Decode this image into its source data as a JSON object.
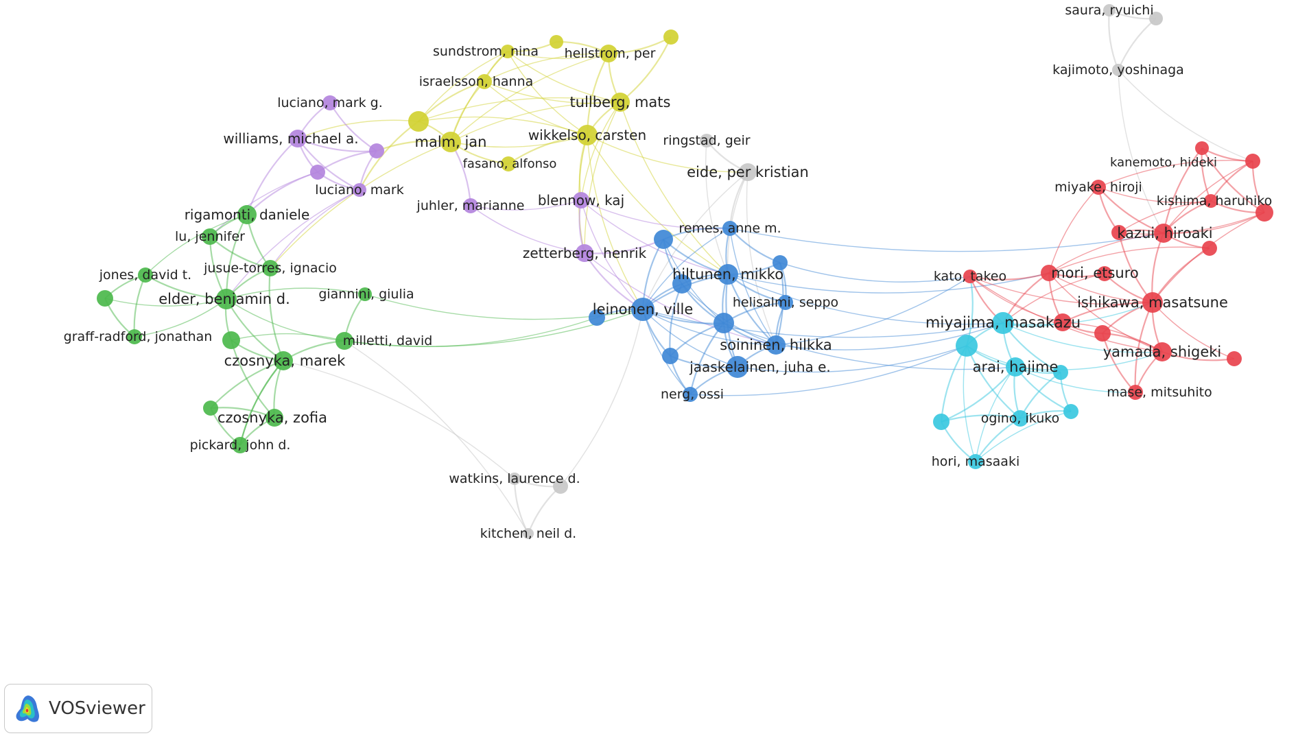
{
  "brand": {
    "name": "VOSviewer",
    "logo_icon": "vosviewer-density-logo-icon"
  },
  "clusters": {
    "red": "#e8434d",
    "green": "#4cb84c",
    "blue": "#3f88d6",
    "yellow": "#d1d132",
    "purple": "#b384dd",
    "cyan": "#39c8df",
    "gray": "#c8c8c8"
  },
  "nodes": [
    {
      "id": "saura",
      "label": "saura, ryuichi",
      "c": "gray"
    },
    {
      "id": "saura2",
      "label": "",
      "c": "gray"
    },
    {
      "id": "kajimoto",
      "label": "kajimoto, yoshinaga",
      "c": "gray"
    },
    {
      "id": "ringstad",
      "label": "ringstad, geir",
      "c": "gray"
    },
    {
      "id": "eide",
      "label": "eide, per kristian",
      "c": "gray"
    },
    {
      "id": "watkins",
      "label": "watkins, laurence d.",
      "c": "gray"
    },
    {
      "id": "watkins2",
      "label": "",
      "c": "gray"
    },
    {
      "id": "kitchen",
      "label": "kitchen, neil d.",
      "c": "gray"
    },
    {
      "id": "sundstrom",
      "label": "sundstrom, nina",
      "c": "yellow"
    },
    {
      "id": "y_top",
      "label": "",
      "c": "yellow"
    },
    {
      "id": "hellstrom",
      "label": "hellstrom, per",
      "c": "yellow"
    },
    {
      "id": "y_far",
      "label": "",
      "c": "yellow"
    },
    {
      "id": "israelsson",
      "label": "israelsson, hanna",
      "c": "yellow"
    },
    {
      "id": "tullberg",
      "label": "tullberg, mats",
      "c": "yellow"
    },
    {
      "id": "y_big",
      "label": "",
      "c": "yellow"
    },
    {
      "id": "malm",
      "label": "malm, jan",
      "c": "yellow"
    },
    {
      "id": "wikkelso",
      "label": "wikkelso, carsten",
      "c": "yellow"
    },
    {
      "id": "fasano",
      "label": "fasano, alfonso",
      "c": "yellow"
    },
    {
      "id": "luciano_g",
      "label": "luciano, mark g.",
      "c": "purple"
    },
    {
      "id": "williams",
      "label": "williams, michael a.",
      "c": "purple"
    },
    {
      "id": "p_a",
      "label": "",
      "c": "purple"
    },
    {
      "id": "p_b",
      "label": "",
      "c": "purple"
    },
    {
      "id": "luciano",
      "label": "luciano, mark",
      "c": "purple"
    },
    {
      "id": "juhler",
      "label": "juhler, marianne",
      "c": "purple"
    },
    {
      "id": "blennow",
      "label": "blennow, kaj",
      "c": "purple"
    },
    {
      "id": "zetterberg",
      "label": "zetterberg, henrik",
      "c": "purple"
    },
    {
      "id": "rigamonti",
      "label": "rigamonti, daniele",
      "c": "green"
    },
    {
      "id": "lu",
      "label": "lu, jennifer",
      "c": "green"
    },
    {
      "id": "jones",
      "label": "jones, david t.",
      "c": "green"
    },
    {
      "id": "g_left",
      "label": "",
      "c": "green"
    },
    {
      "id": "jusue",
      "label": "jusue-torres, ignacio",
      "c": "green"
    },
    {
      "id": "elder",
      "label": "elder, benjamin d.",
      "c": "green"
    },
    {
      "id": "graff",
      "label": "graff-radford, jonathan",
      "c": "green"
    },
    {
      "id": "giannini",
      "label": "giannini, giulia",
      "c": "green"
    },
    {
      "id": "milletti",
      "label": "milletti, david",
      "c": "green"
    },
    {
      "id": "g_mid",
      "label": "",
      "c": "green"
    },
    {
      "id": "czosnyka_m",
      "label": "czosnyka, marek",
      "c": "green"
    },
    {
      "id": "g_low",
      "label": "",
      "c": "green"
    },
    {
      "id": "czosnyka_z",
      "label": "czosnyka, zofia",
      "c": "green"
    },
    {
      "id": "pickard",
      "label": "pickard, john d.",
      "c": "green"
    },
    {
      "id": "remes",
      "label": "remes, anne m.",
      "c": "blue"
    },
    {
      "id": "b_a",
      "label": "",
      "c": "blue"
    },
    {
      "id": "b_r",
      "label": "",
      "c": "blue"
    },
    {
      "id": "hiltunen",
      "label": "hiltunen, mikko",
      "c": "blue"
    },
    {
      "id": "b_c",
      "label": "",
      "c": "blue"
    },
    {
      "id": "helisalmi",
      "label": "helisalmi, seppo",
      "c": "blue"
    },
    {
      "id": "leinonen",
      "label": "leinonen, ville",
      "c": "blue"
    },
    {
      "id": "b_l",
      "label": "",
      "c": "blue"
    },
    {
      "id": "b_big",
      "label": "",
      "c": "blue"
    },
    {
      "id": "soininen",
      "label": "soininen, hilkka",
      "c": "blue"
    },
    {
      "id": "b_low",
      "label": "",
      "c": "blue"
    },
    {
      "id": "jaaskelainen",
      "label": "jaaskelainen, juha e.",
      "c": "blue"
    },
    {
      "id": "nerg",
      "label": "nerg, ossi",
      "c": "blue"
    },
    {
      "id": "kanemoto",
      "label": "kanemoto, hideki",
      "c": "red"
    },
    {
      "id": "r_top",
      "label": "",
      "c": "red"
    },
    {
      "id": "miyake",
      "label": "miyake, hiroji",
      "c": "red"
    },
    {
      "id": "kishima",
      "label": "kishima, haruhiko",
      "c": "red"
    },
    {
      "id": "r_far",
      "label": "",
      "c": "red"
    },
    {
      "id": "kazui",
      "label": "kazui, hiroaki",
      "c": "red"
    },
    {
      "id": "r_b",
      "label": "",
      "c": "red"
    },
    {
      "id": "r_c",
      "label": "",
      "c": "red"
    },
    {
      "id": "kato",
      "label": "kato, takeo",
      "c": "red"
    },
    {
      "id": "mori",
      "label": "mori, etsuro",
      "c": "red"
    },
    {
      "id": "r_d",
      "label": "",
      "c": "red"
    },
    {
      "id": "ishikawa",
      "label": "ishikawa, masatsune",
      "c": "red"
    },
    {
      "id": "r_e",
      "label": "",
      "c": "red"
    },
    {
      "id": "r_f",
      "label": "",
      "c": "red"
    },
    {
      "id": "yamada",
      "label": "yamada, shigeki",
      "c": "red"
    },
    {
      "id": "r_g",
      "label": "",
      "c": "red"
    },
    {
      "id": "mase",
      "label": "mase, mitsuhito",
      "c": "red"
    },
    {
      "id": "miyajima",
      "label": "miyajima, masakazu",
      "c": "cyan"
    },
    {
      "id": "c_big",
      "label": "",
      "c": "cyan"
    },
    {
      "id": "arai",
      "label": "arai, hajime",
      "c": "cyan"
    },
    {
      "id": "c_a",
      "label": "",
      "c": "cyan"
    },
    {
      "id": "c_b",
      "label": "",
      "c": "cyan"
    },
    {
      "id": "ogino",
      "label": "ogino, ikuko",
      "c": "cyan"
    },
    {
      "id": "c_l",
      "label": "",
      "c": "cyan"
    },
    {
      "id": "hori",
      "label": "hori, masaaki",
      "c": "cyan"
    }
  ],
  "edges": [
    [
      "saura",
      "saura2"
    ],
    [
      "saura",
      "kajimoto"
    ],
    [
      "saura2",
      "kajimoto"
    ],
    [
      "kajimoto",
      "kazui"
    ],
    [
      "kajimoto",
      "r_top"
    ],
    [
      "watkins",
      "watkins2"
    ],
    [
      "watkins",
      "kitchen"
    ],
    [
      "watkins2",
      "kitchen"
    ],
    [
      "watkins",
      "czosnyka_m"
    ],
    [
      "watkins2",
      "leinonen"
    ],
    [
      "kitchen",
      "milletti"
    ],
    [
      "ringstad",
      "eide"
    ],
    [
      "ringstad",
      "hiltunen"
    ],
    [
      "eide",
      "remes"
    ],
    [
      "eide",
      "hiltunen"
    ],
    [
      "eide",
      "soininen"
    ],
    [
      "eide",
      "leinonen"
    ],
    [
      "sundstrom",
      "hellstrom"
    ],
    [
      "sundstrom",
      "y_top"
    ],
    [
      "sundstrom",
      "israelsson"
    ],
    [
      "sundstrom",
      "tullberg"
    ],
    [
      "sundstrom",
      "malm"
    ],
    [
      "sundstrom",
      "wikkelso"
    ],
    [
      "sundstrom",
      "y_big"
    ],
    [
      "hellstrom",
      "tullberg"
    ],
    [
      "hellstrom",
      "israelsson"
    ],
    [
      "hellstrom",
      "y_far"
    ],
    [
      "hellstrom",
      "malm"
    ],
    [
      "hellstrom",
      "wikkelso"
    ],
    [
      "hellstrom",
      "y_top"
    ],
    [
      "israelsson",
      "tullberg"
    ],
    [
      "israelsson",
      "malm"
    ],
    [
      "israelsson",
      "wikkelso"
    ],
    [
      "israelsson",
      "y_big"
    ],
    [
      "tullberg",
      "wikkelso"
    ],
    [
      "tullberg",
      "malm"
    ],
    [
      "tullberg",
      "y_big"
    ],
    [
      "tullberg",
      "y_far"
    ],
    [
      "tullberg",
      "blennow"
    ],
    [
      "tullberg",
      "zetterberg"
    ],
    [
      "malm",
      "wikkelso"
    ],
    [
      "malm",
      "y_big"
    ],
    [
      "malm",
      "fasano"
    ],
    [
      "wikkelso",
      "y_big"
    ],
    [
      "wikkelso",
      "fasano"
    ],
    [
      "wikkelso",
      "blennow"
    ],
    [
      "wikkelso",
      "zetterberg"
    ],
    [
      "wikkelso",
      "leinonen"
    ],
    [
      "wikkelso",
      "hiltunen"
    ],
    [
      "y_big",
      "williams"
    ],
    [
      "malm",
      "p_a"
    ],
    [
      "y_big",
      "luciano"
    ],
    [
      "malm",
      "jusue"
    ],
    [
      "wikkelso",
      "eide"
    ],
    [
      "tullberg",
      "hiltunen"
    ],
    [
      "luciano_g",
      "williams"
    ],
    [
      "luciano_g",
      "p_a"
    ],
    [
      "williams",
      "p_a"
    ],
    [
      "williams",
      "p_b"
    ],
    [
      "williams",
      "luciano"
    ],
    [
      "p_a",
      "luciano"
    ],
    [
      "p_b",
      "luciano"
    ],
    [
      "p_a",
      "p_b"
    ],
    [
      "williams",
      "rigamonti"
    ],
    [
      "p_b",
      "rigamonti"
    ],
    [
      "p_b",
      "lu"
    ],
    [
      "luciano",
      "jusue"
    ],
    [
      "luciano",
      "elder"
    ],
    [
      "juhler",
      "blennow"
    ],
    [
      "juhler",
      "zetterberg"
    ],
    [
      "blennow",
      "zetterberg"
    ],
    [
      "blennow",
      "leinonen"
    ],
    [
      "blennow",
      "hiltunen"
    ],
    [
      "zetterberg",
      "leinonen"
    ],
    [
      "zetterberg",
      "soininen"
    ],
    [
      "zetterberg",
      "b_a"
    ],
    [
      "blennow",
      "remes"
    ],
    [
      "juhler",
      "malm"
    ],
    [
      "rigamonti",
      "lu"
    ],
    [
      "rigamonti",
      "jusue"
    ],
    [
      "rigamonti",
      "elder"
    ],
    [
      "rigamonti",
      "jones"
    ],
    [
      "lu",
      "jusue"
    ],
    [
      "lu",
      "elder"
    ],
    [
      "jones",
      "g_left"
    ],
    [
      "jones",
      "elder"
    ],
    [
      "jones",
      "graff"
    ],
    [
      "g_left",
      "graff"
    ],
    [
      "g_left",
      "elder"
    ],
    [
      "graff",
      "elder"
    ],
    [
      "jusue",
      "elder"
    ],
    [
      "elder",
      "milletti"
    ],
    [
      "elder",
      "g_mid"
    ],
    [
      "elder",
      "czosnyka_m"
    ],
    [
      "jusue",
      "czosnyka_m"
    ],
    [
      "giannini",
      "milletti"
    ],
    [
      "giannini",
      "elder"
    ],
    [
      "milletti",
      "czosnyka_m"
    ],
    [
      "g_mid",
      "czosnyka_m"
    ],
    [
      "milletti",
      "g_mid"
    ],
    [
      "czosnyka_m",
      "czosnyka_z"
    ],
    [
      "czosnyka_m",
      "pickard"
    ],
    [
      "czosnyka_m",
      "g_low"
    ],
    [
      "czosnyka_z",
      "pickard"
    ],
    [
      "czosnyka_z",
      "g_low"
    ],
    [
      "g_low",
      "pickard"
    ],
    [
      "czosnyka_m",
      "pickard"
    ],
    [
      "g_mid",
      "czosnyka_z"
    ],
    [
      "milletti",
      "leinonen"
    ],
    [
      "milletti",
      "b_l"
    ],
    [
      "giannini",
      "leinonen"
    ],
    [
      "remes",
      "b_a"
    ],
    [
      "remes",
      "hiltunen"
    ],
    [
      "remes",
      "b_r"
    ],
    [
      "remes",
      "leinonen"
    ],
    [
      "remes",
      "soininen"
    ],
    [
      "b_a",
      "leinonen"
    ],
    [
      "b_a",
      "b_c"
    ],
    [
      "b_a",
      "hiltunen"
    ],
    [
      "b_a",
      "b_big"
    ],
    [
      "hiltunen",
      "b_c"
    ],
    [
      "hiltunen",
      "helisalmi"
    ],
    [
      "hiltunen",
      "leinonen"
    ],
    [
      "hiltunen",
      "b_big"
    ],
    [
      "hiltunen",
      "soininen"
    ],
    [
      "hiltunen",
      "jaaskelainen"
    ],
    [
      "hiltunen",
      "b_r"
    ],
    [
      "b_c",
      "leinonen"
    ],
    [
      "b_c",
      "b_big"
    ],
    [
      "b_c",
      "b_low"
    ],
    [
      "b_c",
      "soininen"
    ],
    [
      "helisalmi",
      "b_big"
    ],
    [
      "helisalmi",
      "soininen"
    ],
    [
      "helisalmi",
      "b_r"
    ],
    [
      "leinonen",
      "b_l"
    ],
    [
      "leinonen",
      "b_big"
    ],
    [
      "leinonen",
      "b_low"
    ],
    [
      "leinonen",
      "soininen"
    ],
    [
      "leinonen",
      "jaaskelainen"
    ],
    [
      "leinonen",
      "nerg"
    ],
    [
      "b_big",
      "soininen"
    ],
    [
      "b_big",
      "jaaskelainen"
    ],
    [
      "b_big",
      "b_low"
    ],
    [
      "b_big",
      "nerg"
    ],
    [
      "soininen",
      "jaaskelainen"
    ],
    [
      "soininen",
      "b_r"
    ],
    [
      "b_low",
      "nerg"
    ],
    [
      "b_low",
      "jaaskelainen"
    ],
    [
      "jaaskelainen",
      "nerg"
    ],
    [
      "soininen",
      "miyajima"
    ],
    [
      "hiltunen",
      "miyajima"
    ],
    [
      "leinonen",
      "miyajima"
    ],
    [
      "jaaskelainen",
      "c_big"
    ],
    [
      "b_big",
      "arai"
    ],
    [
      "soininen",
      "kato"
    ],
    [
      "hiltunen",
      "mori"
    ],
    [
      "b_r",
      "kato"
    ],
    [
      "remes",
      "kazui"
    ],
    [
      "nerg",
      "c_big"
    ],
    [
      "kanemoto",
      "r_top"
    ],
    [
      "kanemoto",
      "kishima"
    ],
    [
      "kanemoto",
      "r_far"
    ],
    [
      "kanemoto",
      "kazui"
    ],
    [
      "r_top",
      "kishima"
    ],
    [
      "r_top",
      "r_far"
    ],
    [
      "r_top",
      "kazui"
    ],
    [
      "r_top",
      "miyake"
    ],
    [
      "miyake",
      "kazui"
    ],
    [
      "miyake",
      "kishima"
    ],
    [
      "miyake",
      "mori"
    ],
    [
      "miyake",
      "r_b"
    ],
    [
      "kishima",
      "kazui"
    ],
    [
      "kishima",
      "r_far"
    ],
    [
      "kishima",
      "r_b"
    ],
    [
      "kazui",
      "r_b"
    ],
    [
      "kazui",
      "r_far"
    ],
    [
      "kazui",
      "mori"
    ],
    [
      "kazui",
      "ishikawa"
    ],
    [
      "kazui",
      "r_c"
    ],
    [
      "r_b",
      "r_far"
    ],
    [
      "r_c",
      "mori"
    ],
    [
      "r_c",
      "ishikawa"
    ],
    [
      "r_b",
      "ishikawa"
    ],
    [
      "kato",
      "mori"
    ],
    [
      "kato",
      "ishikawa"
    ],
    [
      "kato",
      "miyajima"
    ],
    [
      "kato",
      "r_e"
    ],
    [
      "kato",
      "yamada"
    ],
    [
      "mori",
      "r_d"
    ],
    [
      "mori",
      "ishikawa"
    ],
    [
      "mori",
      "miyajima"
    ],
    [
      "mori",
      "r_e"
    ],
    [
      "mori",
      "yamada"
    ],
    [
      "r_d",
      "ishikawa"
    ],
    [
      "r_d",
      "miyajima"
    ],
    [
      "ishikawa",
      "yamada"
    ],
    [
      "ishikawa",
      "r_e"
    ],
    [
      "ishikawa",
      "r_f"
    ],
    [
      "ishikawa",
      "r_g"
    ],
    [
      "ishikawa",
      "mase"
    ],
    [
      "yamada",
      "r_g"
    ],
    [
      "yamada",
      "mase"
    ],
    [
      "yamada",
      "r_f"
    ],
    [
      "yamada",
      "r_e"
    ],
    [
      "r_f",
      "mase"
    ],
    [
      "r_e",
      "r_f"
    ],
    [
      "r_far",
      "ishikawa"
    ],
    [
      "miyajima",
      "c_big"
    ],
    [
      "miyajima",
      "arai"
    ],
    [
      "miyajima",
      "c_a"
    ],
    [
      "miyajima",
      "r_e"
    ],
    [
      "miyajima",
      "ishikawa"
    ],
    [
      "miyajima",
      "yamada"
    ],
    [
      "c_big",
      "arai"
    ],
    [
      "c_big",
      "c_l"
    ],
    [
      "c_big",
      "ogino"
    ],
    [
      "c_big",
      "hori"
    ],
    [
      "c_big",
      "c_a"
    ],
    [
      "c_big",
      "kato"
    ],
    [
      "arai",
      "c_a"
    ],
    [
      "arai",
      "c_b"
    ],
    [
      "arai",
      "ogino"
    ],
    [
      "arai",
      "hori"
    ],
    [
      "arai",
      "yamada"
    ],
    [
      "arai",
      "mase"
    ],
    [
      "c_a",
      "c_b"
    ],
    [
      "c_b",
      "ogino"
    ],
    [
      "ogino",
      "hori"
    ],
    [
      "ogino",
      "c_l"
    ],
    [
      "c_l",
      "hori"
    ],
    [
      "c_b",
      "hori"
    ],
    [
      "c_a",
      "ogino"
    ],
    [
      "c_l",
      "arai"
    ]
  ]
}
